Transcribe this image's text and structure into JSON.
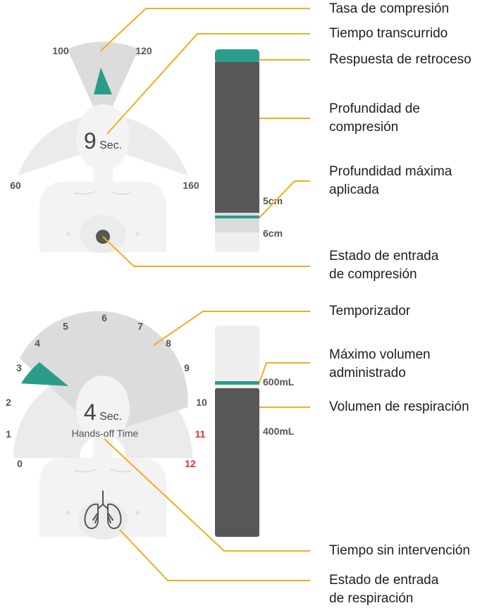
{
  "compression_panel": {
    "rate_ticks": [
      "60",
      "100",
      "120",
      "160"
    ],
    "elapsed_time": {
      "value": "9",
      "unit": "Sec."
    },
    "depth_markers": [
      "5cm",
      "6cm"
    ]
  },
  "ventilation_panel": {
    "timer_ticks": [
      "0",
      "1",
      "2",
      "3",
      "4",
      "5",
      "6",
      "7",
      "8",
      "9",
      "10",
      "11",
      "12"
    ],
    "warning_ticks": [
      "11",
      "12"
    ],
    "hands_off": {
      "value": "4",
      "unit": "Sec.",
      "caption": "Hands-off Time"
    },
    "volume_markers": [
      "600mL",
      "400mL"
    ]
  },
  "callouts": {
    "compression_rate": "Tasa de compresión",
    "elapsed_time": "Tiempo transcurrido",
    "recoil_response": "Respuesta de retroceso",
    "compression_depth": "Profundidad de\ncompresión",
    "max_depth_applied": "Profundidad máxima\naplicada",
    "compression_input_state": "Estado de entrada\nde compresión",
    "timer": "Temporizador",
    "max_volume_delivered": "Máximo volumen\nadministrado",
    "breath_volume": "Volumen de respiración",
    "hands_off_time": "Tiempo sin intervención",
    "breath_input_state": "Estado de entrada\nde respiración"
  },
  "colors": {
    "accent_teal": "#2a9d8a",
    "leader_orange": "#f0ae1f",
    "gauge_gray": "#ebebeb",
    "gauge_dark": "#dcdcdc",
    "bar_dark": "#575757",
    "bar_light": "#efefef",
    "warning_red": "#e0302a"
  }
}
